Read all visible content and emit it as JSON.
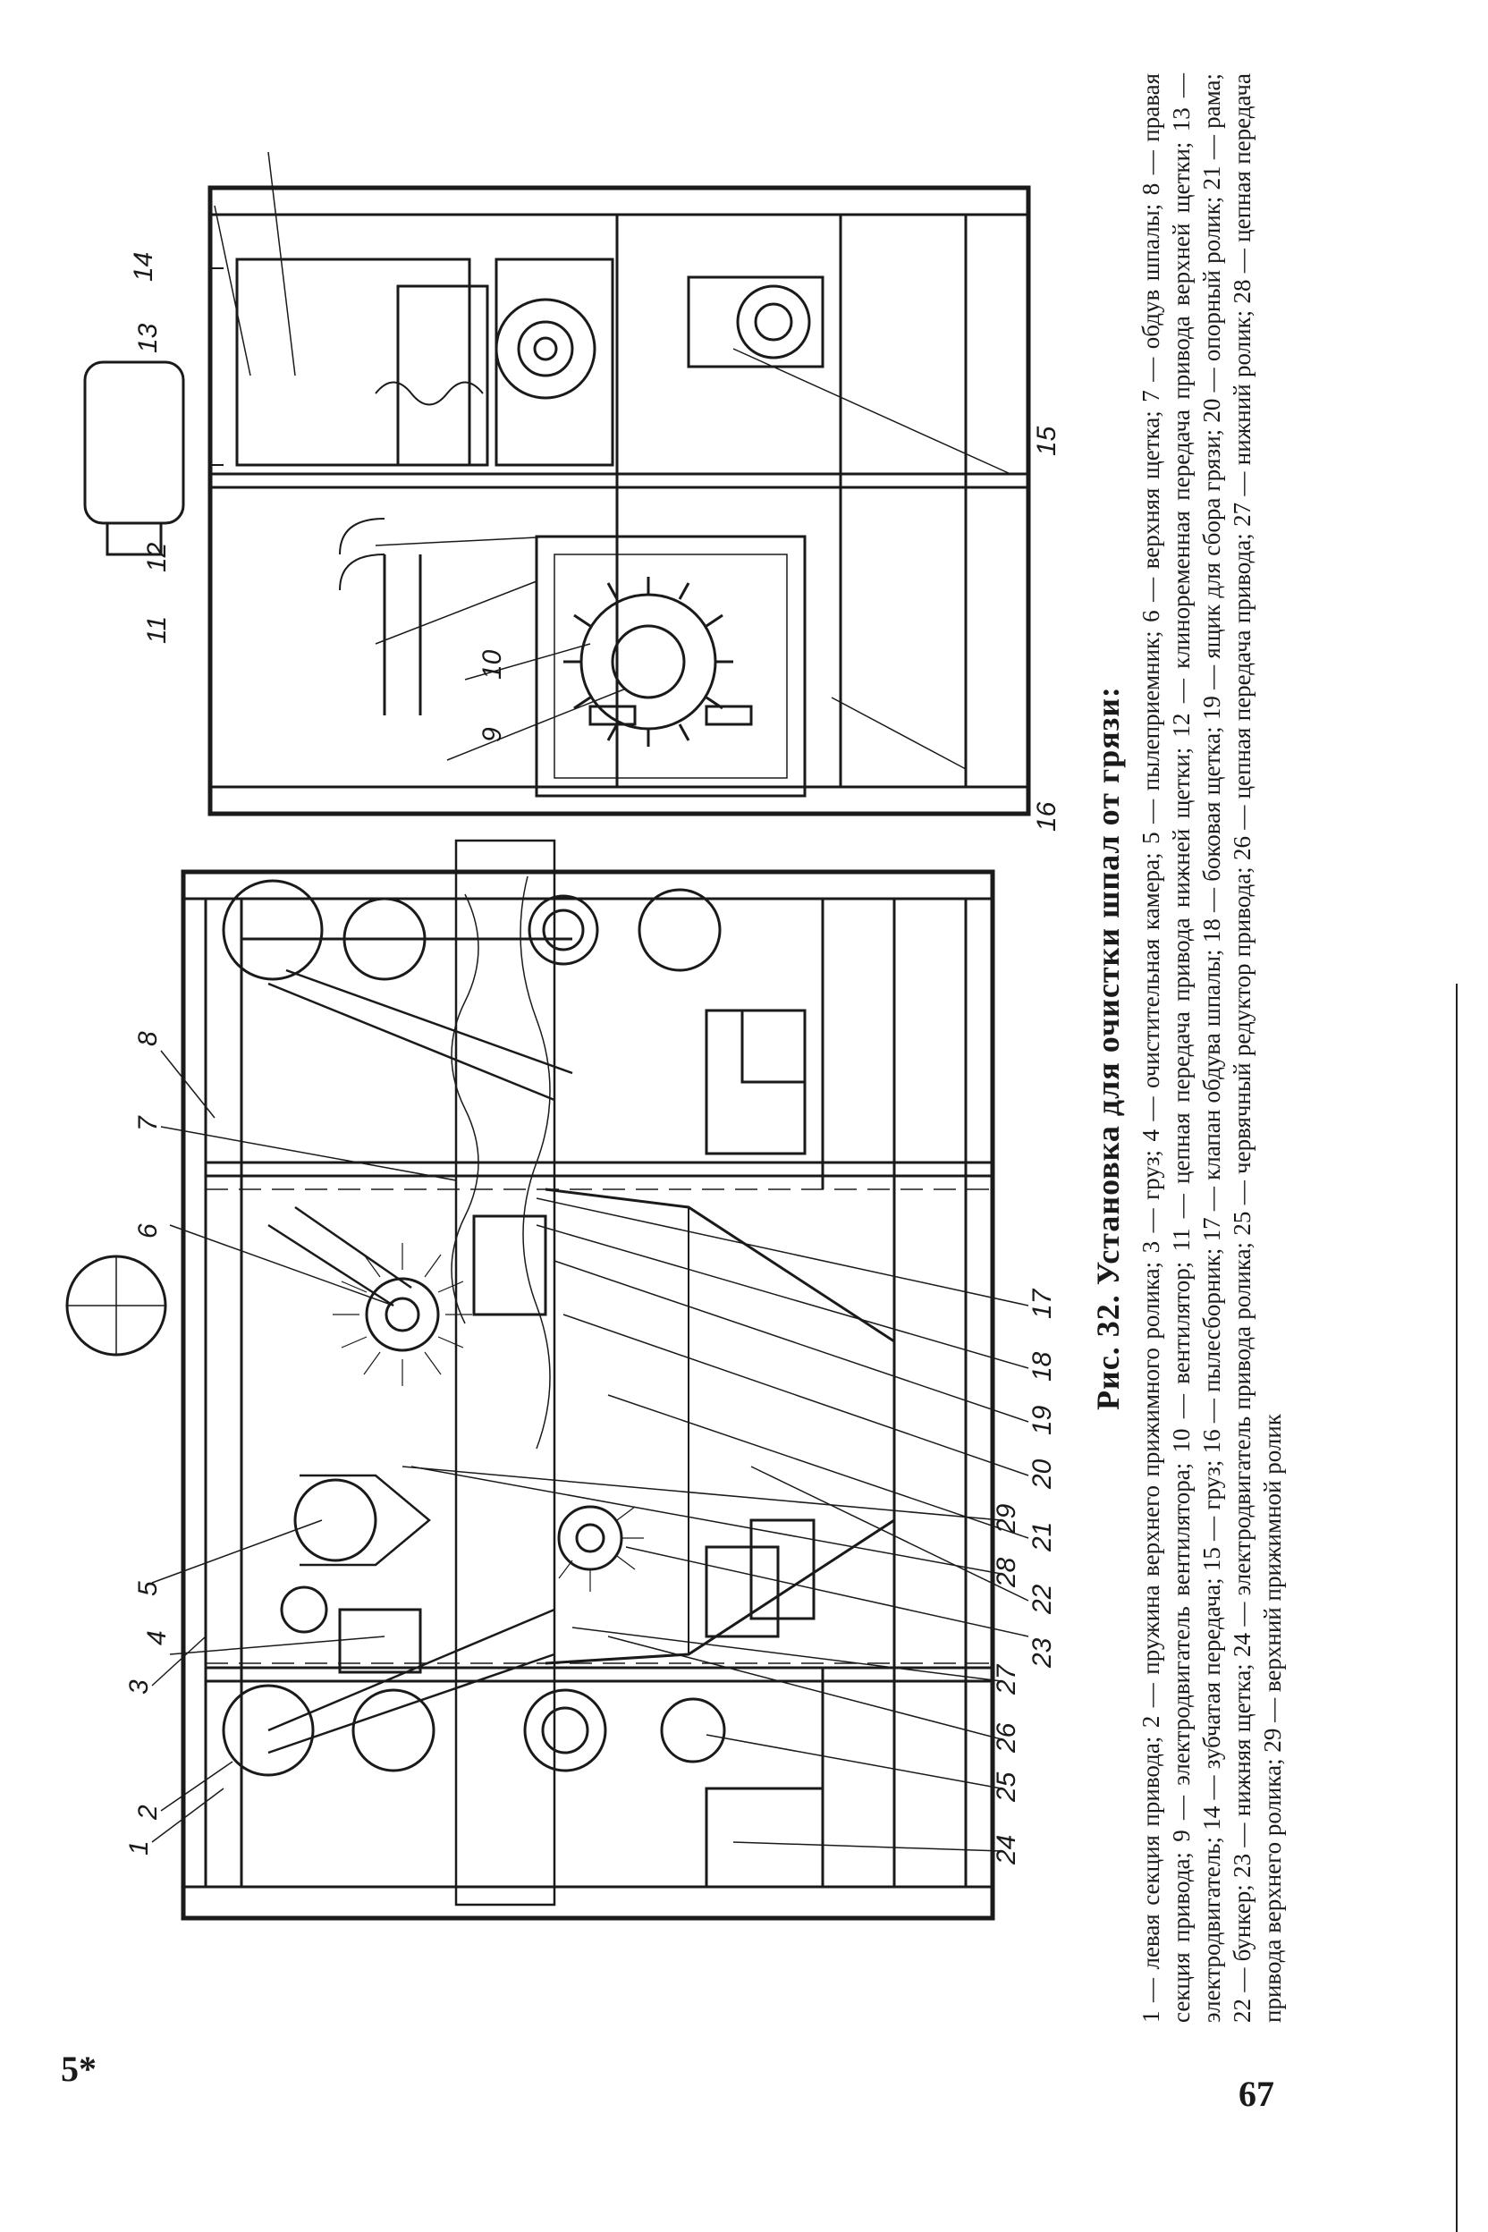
{
  "figure": {
    "title": "Рис. 32. Установка для очистки шпал от грязи:",
    "legend": "1 — левая секция привода; 2 — пружина верхнего прижимного ролика; 3 — груз; 4 — очистительная камера; 5 — пылеприемник; 6 — верхняя щетка; 7 — обдув шпалы; 8 — правая секция привода; 9 — электродвигатель вентилятора; 10 — вентилятор; 11 — цепная передача привода нижней щетки; 12 — клиноременная передача привода верхней щетки; 13 — электродвигатель; 14 — зубчатая передача; 15 — груз; 16 — пылесборник; 17 — клапан обдува шпалы; 18 — боковая щетка; 19 — ящик для сбора грязи; 20 — опорный ролик; 21 — рама; 22 — бункер; 23 — нижняя щетка; 24 — электродвигатель привода ролика; 25 — червячный редуктор привода; 26 — цепная передача привода; 27 — нижний ролик; 28 — цепная передача привода верхнего ролика; 29 — верхний прижимной ролик",
    "callouts_left": [
      "1",
      "2",
      "3",
      "4",
      "5",
      "6",
      "7",
      "8",
      "17",
      "18",
      "19",
      "20",
      "21",
      "22",
      "23",
      "24",
      "25",
      "26",
      "27",
      "28",
      "29"
    ],
    "callouts_right": [
      "9",
      "10",
      "11",
      "12",
      "13",
      "14",
      "15",
      "16"
    ]
  },
  "page": {
    "mark": "5*",
    "number": "67"
  }
}
